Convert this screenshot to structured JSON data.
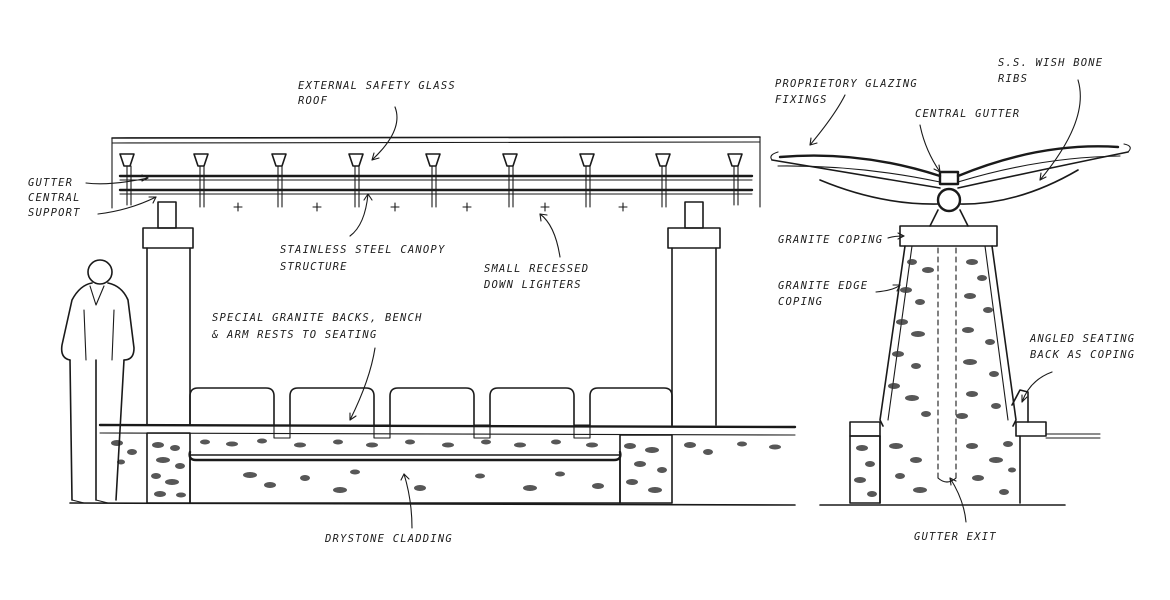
{
  "labels": {
    "roof_l1": "EXTERNAL SAFETY GLASS",
    "roof_l2": "ROOF",
    "gutter_l1": "GUTTER",
    "gutter_l2": "CENTRAL",
    "gutter_l3": "SUPPORT",
    "canopy_l1": "STAINLESS STEEL CANOPY",
    "canopy_l2": "STRUCTURE",
    "lighters_l1": "SMALL RECESSED",
    "lighters_l2": "DOWN LIGHTERS",
    "granite_l1": "SPECIAL GRANITE BACKS, BENCH",
    "granite_l2": "& ARM RESTS TO SEATING",
    "drystone": "DRYSTONE CLADDING",
    "glazing_l1": "PROPRIETORY GLAZING",
    "glazing_l2": "FIXINGS",
    "wishbone_l1": "S.S. WISH BONE",
    "wishbone_l2": "RIBS",
    "central_gutter": "CENTRAL GUTTER",
    "granite_coping": "GRANITE COPING",
    "edge_l1": "GRANITE EDGE",
    "edge_l2": "COPING",
    "angled_l1": "ANGLED SEATING",
    "angled_l2": "BACK AS COPING",
    "gutter_exit": "GUTTER EXIT"
  }
}
